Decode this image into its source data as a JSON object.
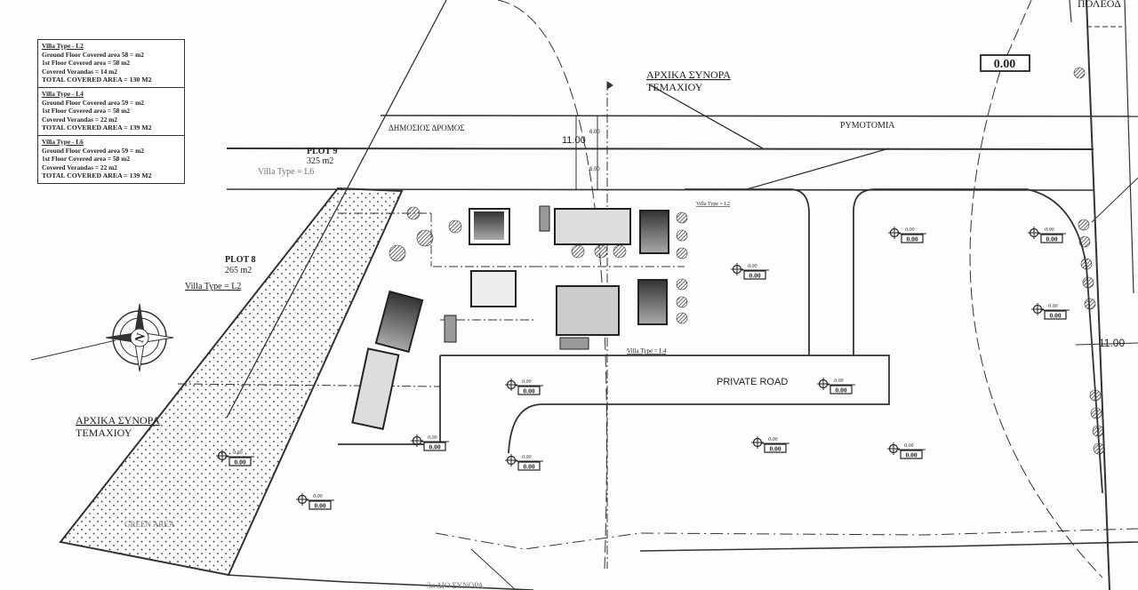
{
  "legend": [
    {
      "title": "Villa Type - L2",
      "lines": [
        "Ground Floor Covered area 58 = m2",
        "1st Floor Covered area = 58 m2",
        "Covered Verandas = 14 m2",
        "TOTAL COVERED AREA = 130 M2"
      ]
    },
    {
      "title": "Villa Type - L4",
      "lines": [
        "Ground Floor Covered area 59 = m2",
        "1st Floor Covered area = 58 m2",
        "Covered Verandas = 22 m2",
        "TOTAL COVERED AREA = 139 M2"
      ]
    },
    {
      "title": "Villa Type - L6",
      "lines": [
        "Ground Floor Covered area 59 = m2",
        "1st Floor Covered area = 58 m2",
        "Covered Verandas = 22 m2",
        "TOTAL COVERED AREA = 139 M2"
      ]
    }
  ],
  "labels": {
    "original_boundary_line1": "ΑΡΧΙΚΑ ΣΥΝΟΡΑ",
    "original_boundary_line2": "ΤΕΜΑΧΙΟΥ",
    "public_road": "ΔΗΜΟΣΙΟΣ ΔΡΟΜΟΣ",
    "street_alignment": "ΡΥΜΟΤΟΜΙΑ",
    "road_width": "11.00",
    "road_half_top": "6.00",
    "road_half_bottom": "6.00",
    "road_width_right": "11.00",
    "plot9_name": "PLOT 9",
    "plot9_area": "325 m2",
    "plot9_villa": "Villa Type = L6",
    "plot8_name": "PLOT 8",
    "plot8_area": "265 m2",
    "plot8_villa": "Villa Type = L2",
    "villa_l4": "Villa Type = L4",
    "villa_l2_right": "Villa Type = L2",
    "private_road": "PRIVATE ROAD",
    "green_area": "GREEN AREA",
    "reference_level": "0.00",
    "bottom_boundary": "3α ΔΙΟ ΣΥΝΟΡΑ",
    "top_right_partial": "ΠΟΛΕΟΔ",
    "compass_letter": "N"
  },
  "level_markers": [
    {
      "above": "0.00",
      "value": "0.00"
    },
    {
      "above": "0.00",
      "value": "0.00"
    },
    {
      "above": "0.00",
      "value": "0.00"
    },
    {
      "above": "0.00",
      "value": "0.00"
    },
    {
      "above": "0.00",
      "value": "0.00"
    },
    {
      "above": "0.00",
      "value": "0.00"
    },
    {
      "above": "0.00",
      "value": "0.00"
    },
    {
      "above": "0.00",
      "value": "0.00"
    },
    {
      "above": "0.00",
      "value": "0.00"
    },
    {
      "above": "0.00",
      "value": "0.00"
    },
    {
      "above": "0.00",
      "value": "0.00"
    },
    {
      "above": "0.00",
      "value": "0.00"
    }
  ],
  "colors": {
    "ink": "#222222",
    "paper": "#fdfdfd",
    "building_fill": "#bdbdbd",
    "pool_fill": "#555555"
  }
}
